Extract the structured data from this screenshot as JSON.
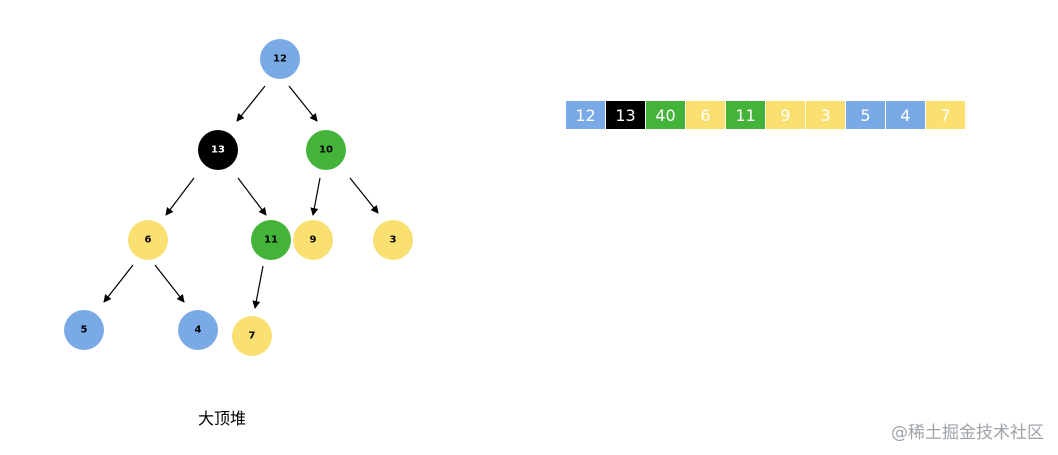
{
  "colors": {
    "blue": "#7aaae6",
    "black": "#000000",
    "green": "#44b33a",
    "yellow": "#f9e070"
  },
  "tree": {
    "nodes": [
      {
        "id": "n12",
        "label": "12",
        "color": "blue"
      },
      {
        "id": "n13",
        "label": "13",
        "color": "black"
      },
      {
        "id": "n10",
        "label": "10",
        "color": "green"
      },
      {
        "id": "n6",
        "label": "6",
        "color": "yellow"
      },
      {
        "id": "n11",
        "label": "11",
        "color": "green"
      },
      {
        "id": "n9",
        "label": "9",
        "color": "yellow"
      },
      {
        "id": "n3",
        "label": "3",
        "color": "yellow"
      },
      {
        "id": "n5",
        "label": "5",
        "color": "blue"
      },
      {
        "id": "n4",
        "label": "4",
        "color": "blue"
      },
      {
        "id": "n7",
        "label": "7",
        "color": "yellow"
      }
    ],
    "edges": [
      [
        "n12",
        "n13"
      ],
      [
        "n12",
        "n10"
      ],
      [
        "n13",
        "n6"
      ],
      [
        "n13",
        "n11"
      ],
      [
        "n10",
        "n9"
      ],
      [
        "n10",
        "n3"
      ],
      [
        "n6",
        "n5"
      ],
      [
        "n6",
        "n4"
      ],
      [
        "n11",
        "n7"
      ]
    ]
  },
  "array": [
    {
      "value": "12",
      "color": "blue"
    },
    {
      "value": "13",
      "color": "black"
    },
    {
      "value": "40",
      "color": "green"
    },
    {
      "value": "6",
      "color": "yellow"
    },
    {
      "value": "11",
      "color": "green"
    },
    {
      "value": "9",
      "color": "yellow"
    },
    {
      "value": "3",
      "color": "yellow"
    },
    {
      "value": "5",
      "color": "blue"
    },
    {
      "value": "4",
      "color": "blue"
    },
    {
      "value": "7",
      "color": "yellow"
    }
  ],
  "caption": "大顶堆",
  "watermark": "@稀土掘金技术社区"
}
